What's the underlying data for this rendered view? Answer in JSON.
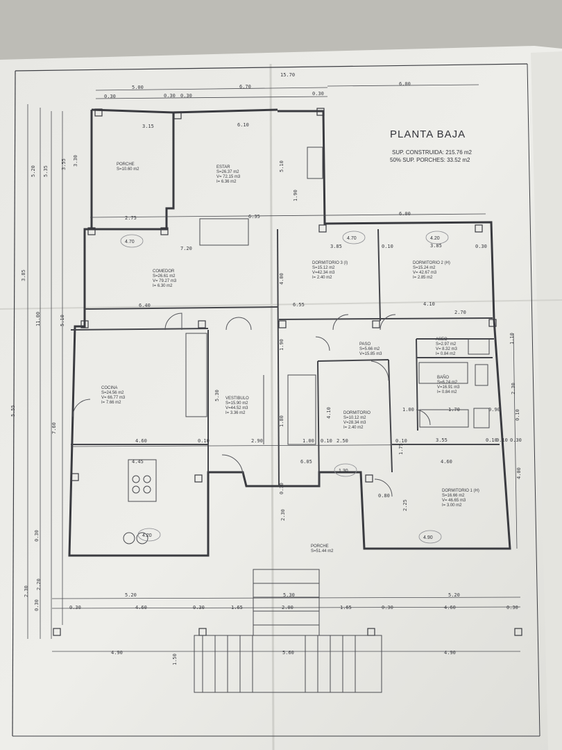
{
  "title": "PLANTA BAJA",
  "summary": [
    "SUP. CONSTRUIDA: 215.76 m2",
    "50% SUP. PORCHES: 33.52 m2"
  ],
  "rooms": [
    {
      "name": "PORCHE",
      "s": "S=10.60 m2"
    },
    {
      "name": "ESTAR",
      "s": "S=26.37 m2",
      "v": "V= 72.15 m3",
      "i": "I= 6.36 m2"
    },
    {
      "name": "COMEDOR",
      "s": "S=26.61 m2",
      "v": "V= 79.27 m3",
      "i": "I= 6.30 m2"
    },
    {
      "name": "DORMITORIO 3 (I)",
      "s": "S=15.12 m2",
      "v": "V=42.34 m3",
      "i": "I= 2.40 m2"
    },
    {
      "name": "DORMITORIO 2 (H)",
      "s": "S=15.24 m2",
      "v": "V= 42.67 m3",
      "i": "I= 2.85 m2"
    },
    {
      "name": "COCINA",
      "s": "S=24.56 m2",
      "v": "V= 66.77 m3",
      "i": "I= 7.66 m2"
    },
    {
      "name": "VESTIBULO",
      "s": "S=15.90 m2",
      "v": "V=44.52 m3",
      "i": "I= 3.36 m2"
    },
    {
      "name": "PASO",
      "s": "S=5.66 m2",
      "v": "V=15.85 m3"
    },
    {
      "name": "ASEO",
      "s": "S=2.97 m2",
      "v": "V= 8.32 m3",
      "i": "I= 0.84 m2"
    },
    {
      "name": "BAÑO",
      "s": "S=6.24 m2",
      "v": "V=16.91 m3",
      "i": "I= 0.84 m2"
    },
    {
      "name": "DORMITORIO",
      "s": "S=10.12 m2",
      "v": "V=28.34 m3",
      "i": "I= 2.40 m2"
    },
    {
      "name": "DORMITORIO 1 (H)",
      "s": "S=16.66 m2",
      "v": "V= 46.65 m3",
      "i": "I= 3.00 m2"
    },
    {
      "name": "PORCHE",
      "s": "S=51.44 m2"
    }
  ],
  "dimensions": {
    "top": [
      "15.70",
      "6.00",
      "5.00",
      "6.70",
      "0.30",
      "0.30",
      "0.30",
      "0.30",
      "3.15",
      "6.10"
    ],
    "mid": [
      "2.75",
      "6.35",
      "6.00",
      "7.20",
      "3.85",
      "3.85",
      "0.10",
      "0.30",
      "6.40",
      "6.55",
      "4.10",
      "2.70"
    ],
    "inner": [
      "4.60",
      "0.10",
      "2.90",
      "1.00",
      "0.10",
      "2.50",
      "0.10",
      "3.55",
      "0.10",
      "0.10",
      "0.30",
      "4.45",
      "6.05",
      "4.60",
      "0.80",
      "1.00",
      "1.70",
      "0.90"
    ],
    "bottom1": [
      "5.20",
      "5.30",
      "5.20"
    ],
    "bottom2": [
      "0.30",
      "4.60",
      "0.30",
      "1.65",
      "2.00",
      "1.65",
      "0.30",
      "4.60",
      "0.30"
    ],
    "bottom3": [
      "4.90",
      "5.60",
      "4.90"
    ],
    "left": [
      "5.20",
      "5.35",
      "3.85",
      "11.00",
      "5.55",
      "3.55",
      "3.30",
      "2.30",
      "2.20",
      "0.30",
      "0.30",
      "7.60",
      "5.10"
    ],
    "vertical": [
      "5.10",
      "1.90",
      "4.00",
      "1.90",
      "5.30",
      "4.10",
      "1.80",
      "2.30",
      "0.30",
      "1.75",
      "2.25",
      "4.00",
      "1.10",
      "2.30",
      "0.10",
      "1.50"
    ]
  },
  "annotations": [
    "4.20",
    "1.30",
    "4.70",
    "4.90",
    "4.20",
    "4.70"
  ]
}
